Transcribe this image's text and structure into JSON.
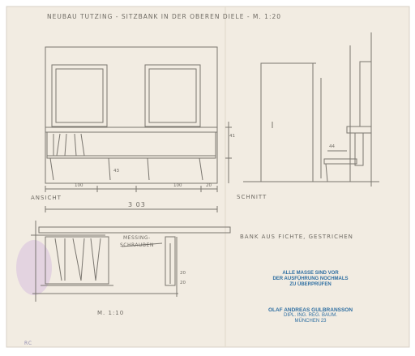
{
  "colors": {
    "paper": "#f2ece2",
    "pencil": "#7a766f",
    "stamp_blue": "#2f6fa2",
    "stamp_purple": "#b58fcf"
  },
  "header": {
    "title": "NEUBAU TUTZING - SITZBANK IN DER OBEREN DIELE - M. 1:20"
  },
  "labels": {
    "ansicht": "ANSICHT",
    "schnitt": "SCHNITT",
    "scale_bottom": "M. 1:10",
    "material": "BANK AUS FICHTE, GESTRICHEN",
    "messing": "MESSING-",
    "schrauben": "SCHRAUBEN",
    "archive_no": "RC"
  },
  "dimensions": {
    "total_width": "3 03",
    "seg_left": "100",
    "seg_mid": "100",
    "seg_right": "20",
    "d_20a": "20",
    "d_20b": "20",
    "d_43": "43",
    "d_44": "44",
    "d_41": "41"
  },
  "stamps": {
    "upper_line1": "ALLE MASSE SIND VOR",
    "upper_line2": "DER AUSFÜHRUNG NOCHMALS",
    "upper_line3": "ZU ÜBERPRÜFEN",
    "lower_line1": "OLAF ANDREAS GULBRANSSON",
    "lower_line2": "DIPL. ING. REG. BAUM.",
    "lower_line3": "MÜNCHEN 23"
  }
}
